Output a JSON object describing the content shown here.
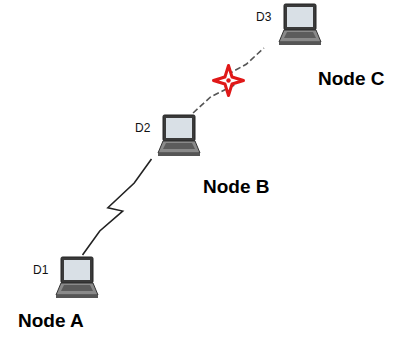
{
  "diagram": {
    "nodes": [
      {
        "text": [
          "D1",
          "Node A"
        ]
      },
      {
        "text": [
          "D2",
          "Node B"
        ]
      },
      {
        "text": [
          "D3",
          "Node C"
        ]
      }
    ],
    "edges": [
      {
        "from": 0,
        "to": 1,
        "arrow": "none"
      },
      {
        "from": 1,
        "to": 2,
        "arrow": "none"
      }
    ]
  }
}
